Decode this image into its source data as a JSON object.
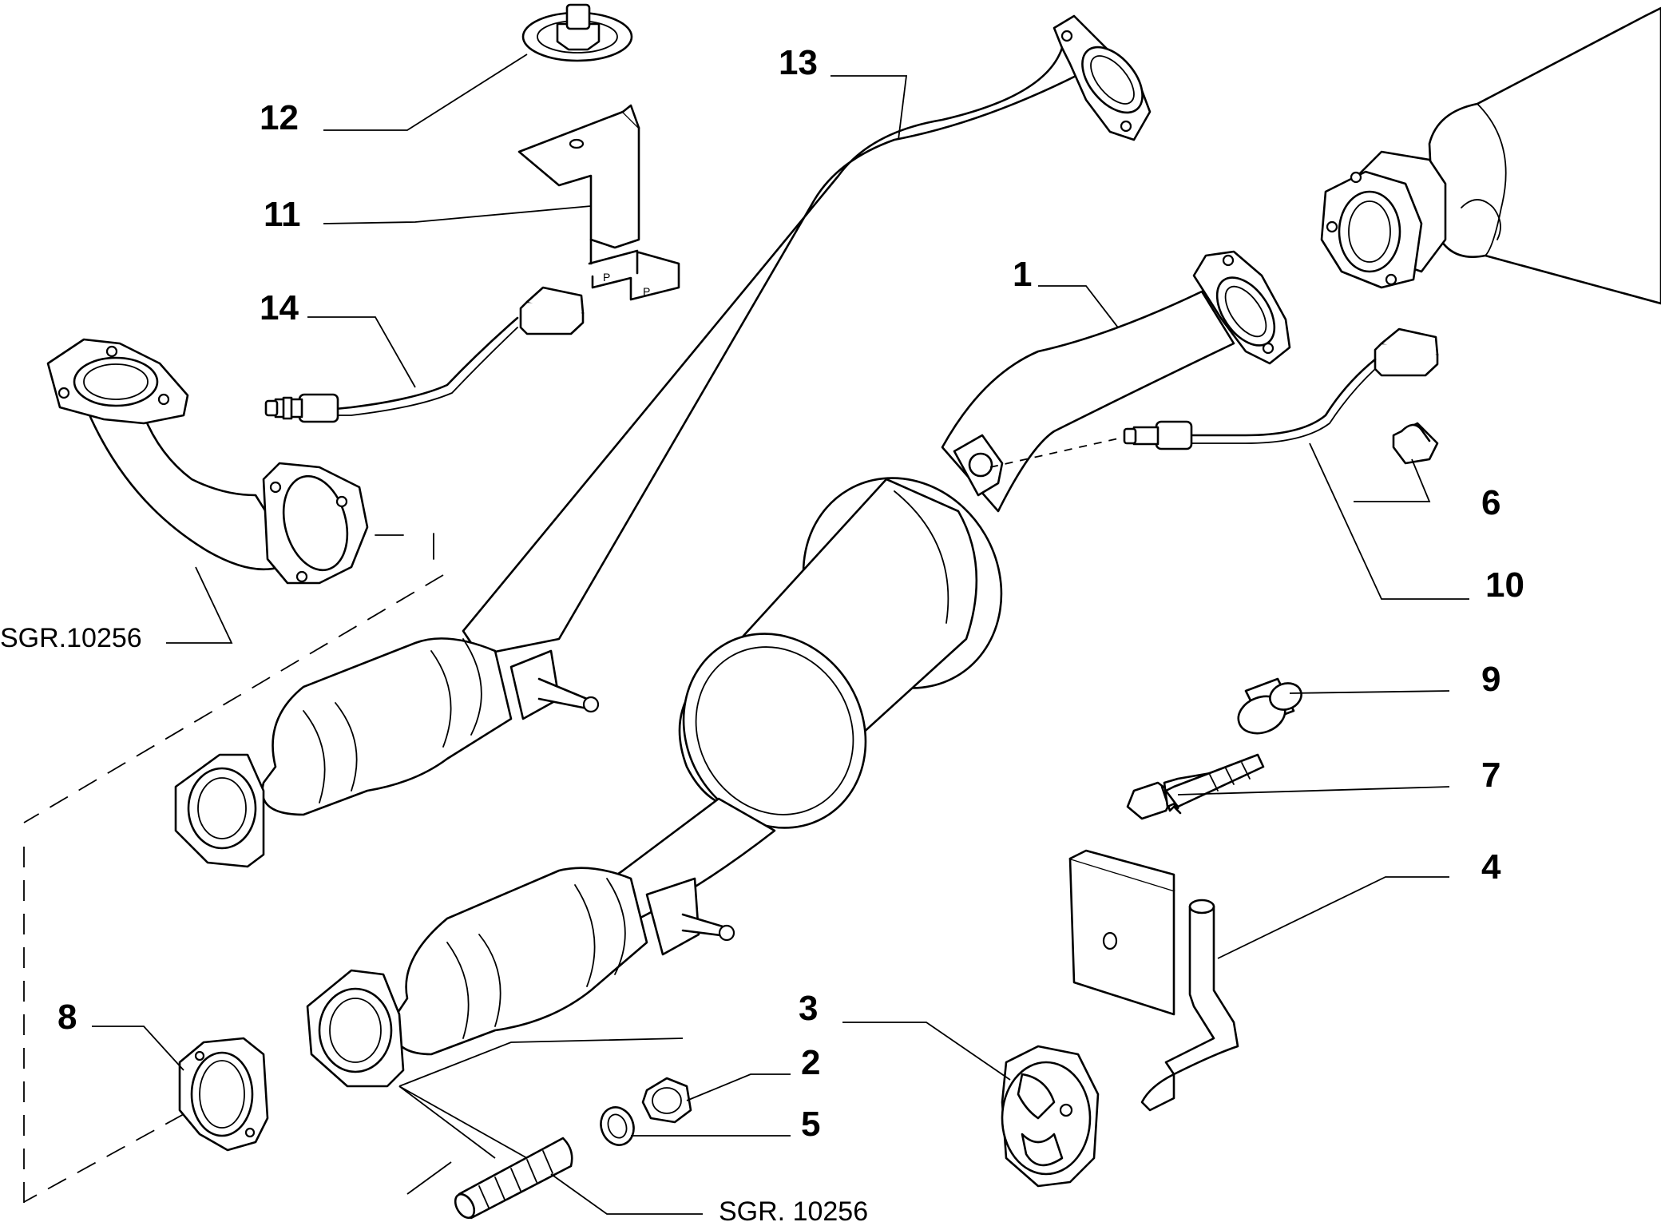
{
  "labels": {
    "p1": "1",
    "p2": "2",
    "p3": "3",
    "p4": "4",
    "p5": "5",
    "p6": "6",
    "p7": "7",
    "p8": "8",
    "p9": "9",
    "p10": "10",
    "p11": "11",
    "p12": "12",
    "p13": "13",
    "p14": "14",
    "ref_left": "SGR.10256",
    "ref_bottom": "SGR. 10256"
  },
  "colors": {
    "line": "#000000",
    "background": "#ffffff"
  }
}
